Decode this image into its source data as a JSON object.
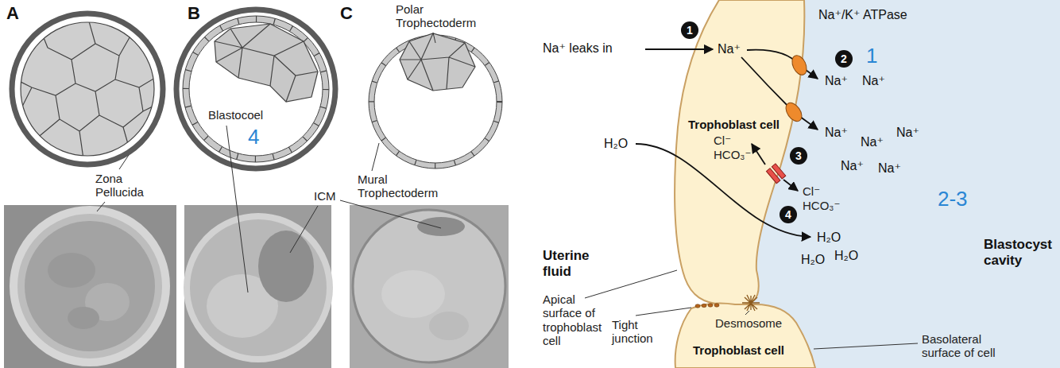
{
  "diagram": {
    "nodes": [
      {
        "text": [
          "Trophoblast cell"
        ]
      },
      {
        "text": [
          "Trophoblast cell"
        ]
      }
    ],
    "labels": [
      "A",
      "B",
      "C",
      "Polar Trophectoderm",
      "4",
      "Blastocoel",
      "Mural Trophectoderm",
      "Zona Pellucida",
      "ICM",
      "Na⁺/K⁺ ATPase",
      "1",
      "Na⁺ leaks in",
      "Na⁺",
      "2",
      "1",
      "Na⁺",
      "Na⁺",
      "Na⁺",
      "Na⁺",
      "Na⁺",
      "Na⁺",
      "Na⁺",
      "Cl⁻",
      "HCO₃⁻",
      "3",
      "Cl⁻",
      "HCO₃⁻",
      "H₂O",
      "4",
      "H₂O",
      "H₂O",
      "H₂O",
      "2-3",
      "Uterine fluid",
      "Blastocyst cavity",
      "Tight junction",
      "Desmosome",
      "Apical surface of trophoblast cell",
      "Basolateral surface of cell"
    ]
  }
}
